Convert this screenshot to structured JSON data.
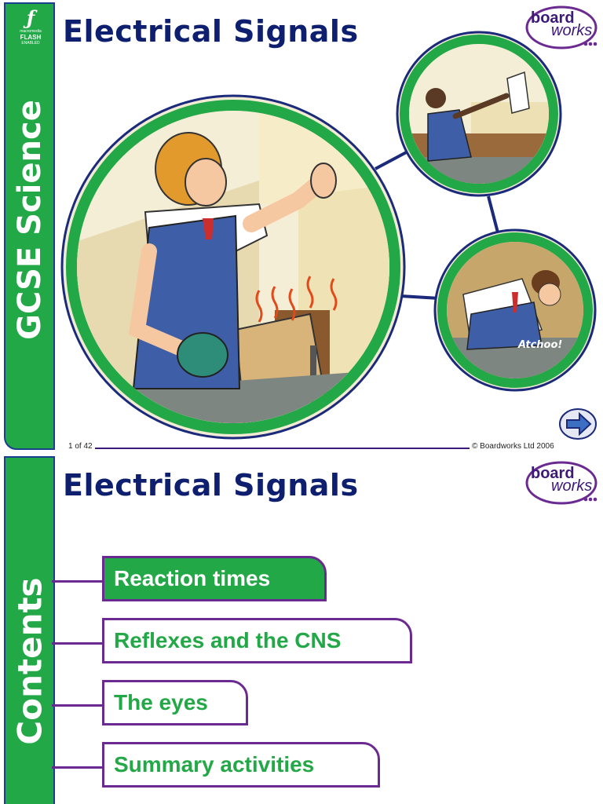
{
  "slide1": {
    "badge": {
      "brand_small": "macromedia",
      "brand": "FLASH",
      "enabled": "ENABLED"
    },
    "sidebar_label": "GCSE Science",
    "title": "Electrical Signals",
    "logo": {
      "line1": "board",
      "line2": "works"
    },
    "illustration": {
      "caption": "Atchoo!"
    },
    "footer": {
      "page": "1 of 42",
      "copyright": "© Boardworks Ltd 2006"
    },
    "next_icon": "arrow-right-icon"
  },
  "slide2": {
    "sidebar_label": "Contents",
    "title": "Electrical Signals",
    "logo": {
      "line1": "board",
      "line2": "works"
    },
    "menu": [
      {
        "label": "Reaction times",
        "active": true
      },
      {
        "label": "Reflexes and the CNS",
        "active": false
      },
      {
        "label": "The eyes",
        "active": false
      },
      {
        "label": "Summary activities",
        "active": false
      }
    ]
  },
  "colors": {
    "green": "#22a846",
    "navy": "#0d1f6e",
    "purple": "#6a2a91",
    "sidebar_border": "#1b3f8f"
  }
}
